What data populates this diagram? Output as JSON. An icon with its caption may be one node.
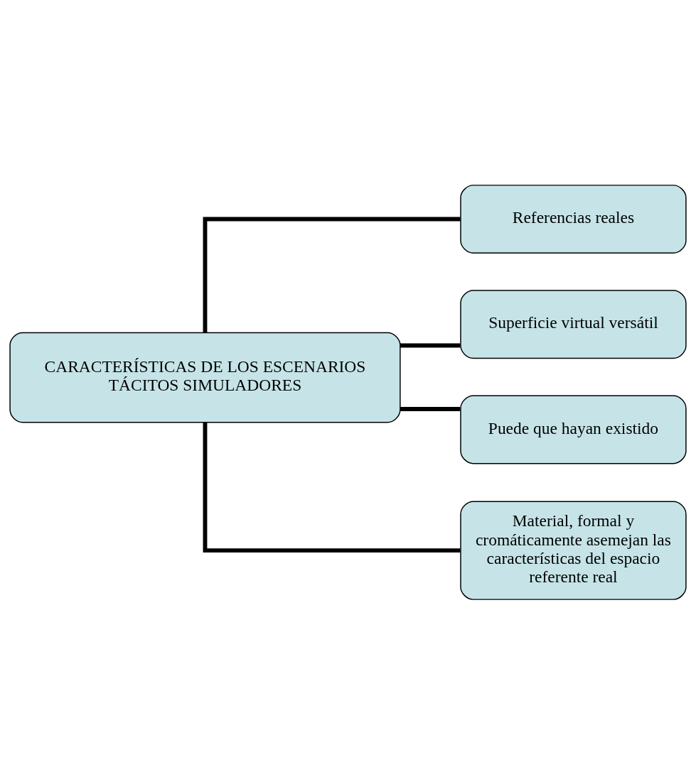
{
  "diagram": {
    "nodes": [
      {
        "text": [
          "CARACTERÍSTICAS DE LOS ESCENARIOS TÁCITOS SIMULADORES"
        ]
      },
      {
        "text": [
          "Referencias reales"
        ]
      },
      {
        "text": [
          "Superficie virtual versátil"
        ]
      },
      {
        "text": [
          "Puede que hayan existido"
        ]
      },
      {
        "text": [
          "Material, formal y cromáticamente asemejan las características del espacio referente real"
        ]
      }
    ],
    "edges": [
      {
        "from": 0,
        "to": 1,
        "arrow": "none"
      },
      {
        "from": 0,
        "to": 2,
        "arrow": "none"
      },
      {
        "from": 0,
        "to": 3,
        "arrow": "none"
      },
      {
        "from": 0,
        "to": 4,
        "arrow": "none"
      }
    ]
  }
}
